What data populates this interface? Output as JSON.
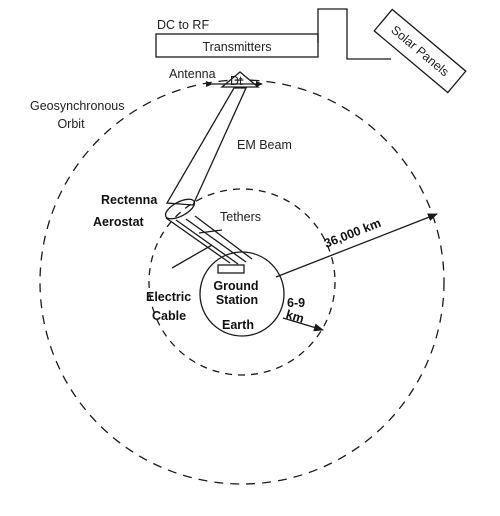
{
  "diagram": {
    "labels": {
      "dc_to_rf": "DC to RF",
      "transmitters": "Transmitters",
      "solar_panels": "Solar Panels",
      "antenna": "Antenna",
      "dt": "Dt",
      "geosynchronous": "Geosynchronous",
      "orbit": "Orbit",
      "em_beam": "EM Beam",
      "rectenna": "Rectenna",
      "aerostat": "Aerostat",
      "tethers": "Tethers",
      "distance_geo": "36,000 km",
      "ground": "Ground",
      "station": "Station",
      "earth": "Earth",
      "electric": "Electric",
      "cable": "Cable",
      "altitude_value": "6-9",
      "altitude_unit": "km"
    },
    "colors": {
      "line": "#1a1a1a",
      "text": "#1f1f1f",
      "background": "#ffffff"
    }
  }
}
